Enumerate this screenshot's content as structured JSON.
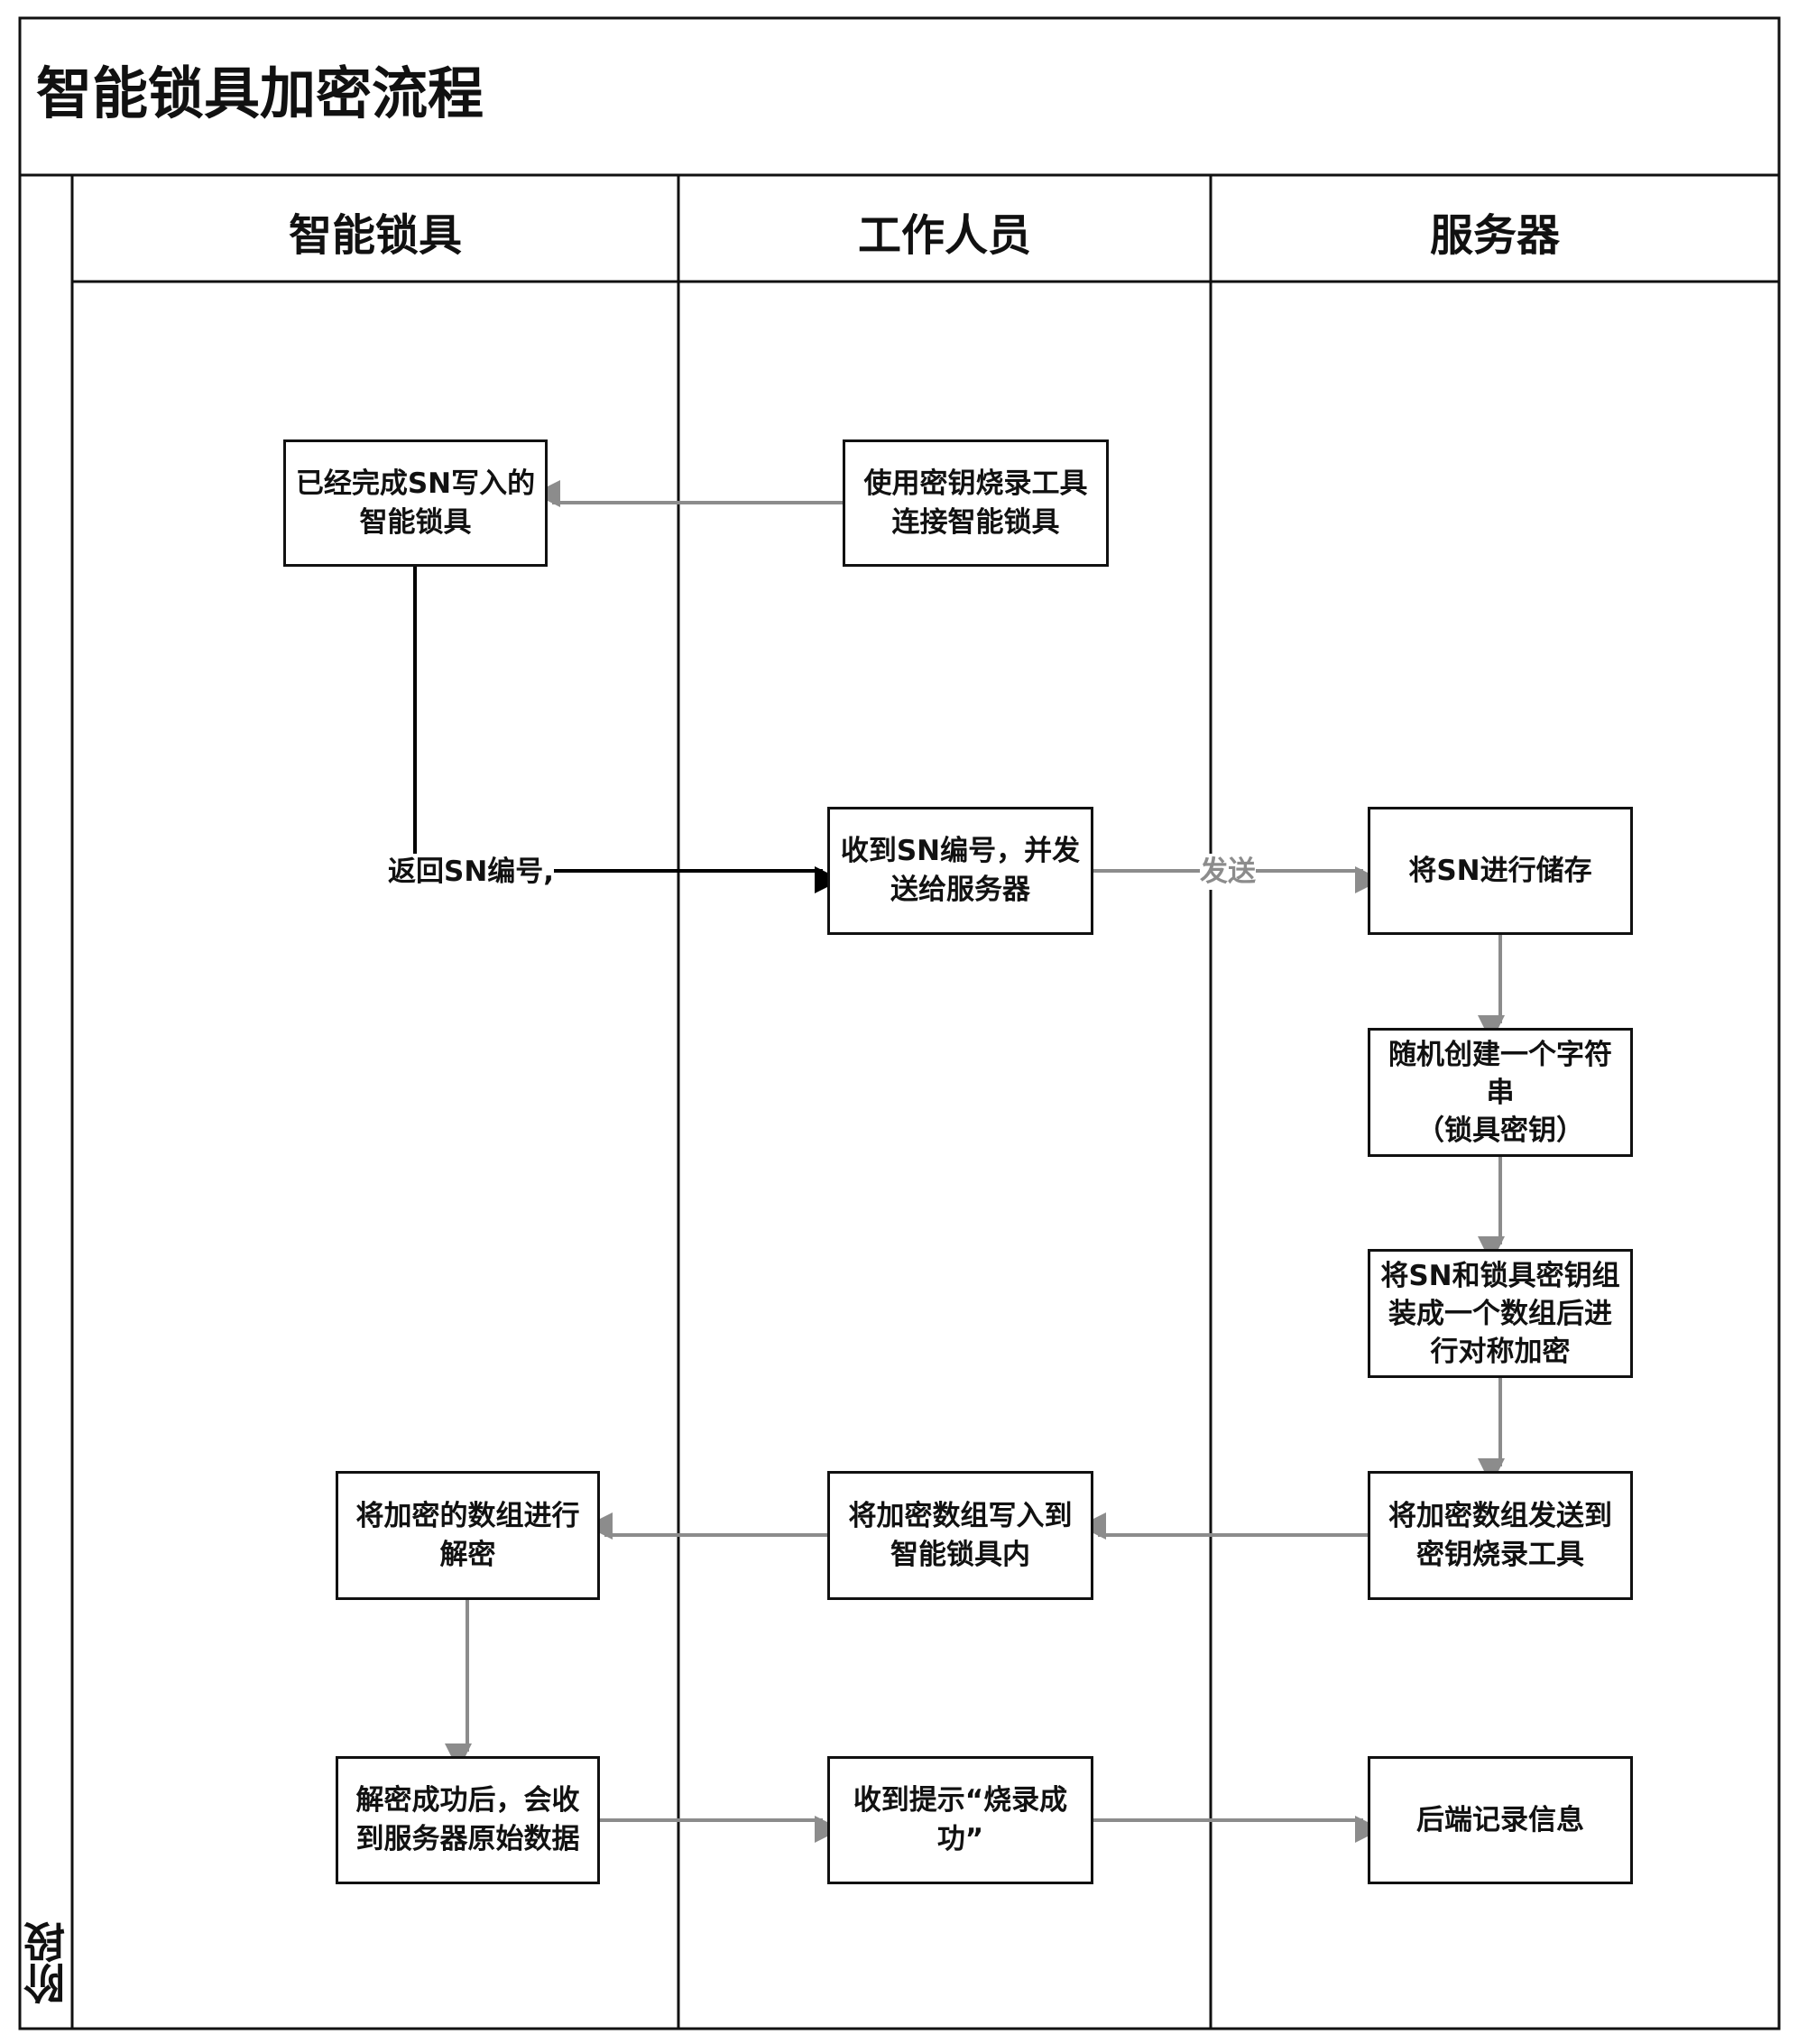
{
  "diagram": {
    "title": "智能锁具加密流程",
    "stage_label": "阶段",
    "lanes": [
      {
        "id": "lock",
        "label": "智能锁具"
      },
      {
        "id": "staff",
        "label": "工作人员"
      },
      {
        "id": "server",
        "label": "服务器"
      }
    ],
    "nodes": [
      {
        "id": "n1",
        "lane": "lock",
        "text": "已经完成SN写入的\n智能锁具"
      },
      {
        "id": "n2",
        "lane": "staff",
        "text": "使用密钥烧录工具\n连接智能锁具"
      },
      {
        "id": "n3",
        "lane": "staff",
        "text": "收到SN编号，并发\n送给服务器"
      },
      {
        "id": "n4",
        "lane": "server",
        "text": "将SN进行储存"
      },
      {
        "id": "n5",
        "lane": "server",
        "text": "随机创建一个字符\n串\n（锁具密钥）"
      },
      {
        "id": "n6",
        "lane": "server",
        "text": "将SN和锁具密钥组\n装成一个数组后进\n行对称加密"
      },
      {
        "id": "n7",
        "lane": "server",
        "text": "将加密数组发送到\n密钥烧录工具"
      },
      {
        "id": "n8",
        "lane": "staff",
        "text": "将加密数组写入到\n智能锁具内"
      },
      {
        "id": "n9",
        "lane": "lock",
        "text": "将加密的数组进行\n解密"
      },
      {
        "id": "n10",
        "lane": "lock",
        "text": "解密成功后，会收\n到服务器原始数据"
      },
      {
        "id": "n11",
        "lane": "staff",
        "text": "收到提示“烧录成\n功”"
      },
      {
        "id": "n12",
        "lane": "server",
        "text": "后端记录信息"
      }
    ],
    "edges": [
      {
        "id": "e1",
        "from": "n2",
        "to": "n1",
        "label": ""
      },
      {
        "id": "e2",
        "from": "n1",
        "to": "n3",
        "label": "返回SN编号,"
      },
      {
        "id": "e3",
        "from": "n3",
        "to": "n4",
        "label": "发送"
      },
      {
        "id": "e4",
        "from": "n4",
        "to": "n5",
        "label": ""
      },
      {
        "id": "e5",
        "from": "n5",
        "to": "n6",
        "label": ""
      },
      {
        "id": "e6",
        "from": "n6",
        "to": "n7",
        "label": ""
      },
      {
        "id": "e7",
        "from": "n7",
        "to": "n8",
        "label": ""
      },
      {
        "id": "e8",
        "from": "n8",
        "to": "n9",
        "label": ""
      },
      {
        "id": "e9",
        "from": "n9",
        "to": "n10",
        "label": ""
      },
      {
        "id": "e10",
        "from": "n10",
        "to": "n11",
        "label": ""
      },
      {
        "id": "e11",
        "from": "n11",
        "to": "n12",
        "label": ""
      }
    ],
    "colors": {
      "border": "#111111",
      "arrow_gray": "#8c8c8c",
      "arrow_black": "#000000",
      "edge_label_gray": "#8c8c8c"
    }
  }
}
